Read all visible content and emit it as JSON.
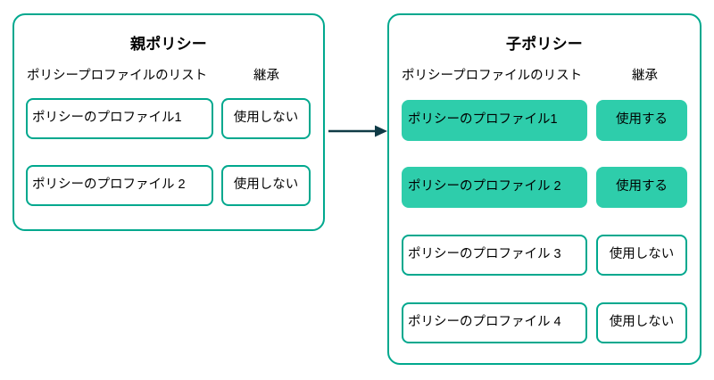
{
  "diagram": {
    "arrow": {
      "name": "inheritance-arrow",
      "color": "#0f3b46",
      "direction": "left-to-right"
    },
    "colors": {
      "border": "#00a88e",
      "filled_fill": "#2ecdab",
      "text": "#000000",
      "background": "#ffffff"
    },
    "panels": [
      {
        "id": "parent-policy",
        "title": "親ポリシー",
        "column_headers": {
          "list": "ポリシープロファイルのリスト",
          "inherit": "継承"
        },
        "rows": [
          {
            "profile": "ポリシーのプロファイル1",
            "inherit": "使用しない",
            "highlighted": false
          },
          {
            "profile": "ポリシーのプロファイル 2",
            "inherit": "使用しない",
            "highlighted": false
          }
        ]
      },
      {
        "id": "child-policy",
        "title": "子ポリシー",
        "column_headers": {
          "list": "ポリシープロファイルのリスト",
          "inherit": "継承"
        },
        "rows": [
          {
            "profile": "ポリシーのプロファイル1",
            "inherit": "使用する",
            "highlighted": true
          },
          {
            "profile": "ポリシーのプロファイル 2",
            "inherit": "使用する",
            "highlighted": true
          },
          {
            "profile": "ポリシーのプロファイル 3",
            "inherit": "使用しない",
            "highlighted": false
          },
          {
            "profile": "ポリシーのプロファイル 4",
            "inherit": "使用しない",
            "highlighted": false
          }
        ]
      }
    ]
  }
}
